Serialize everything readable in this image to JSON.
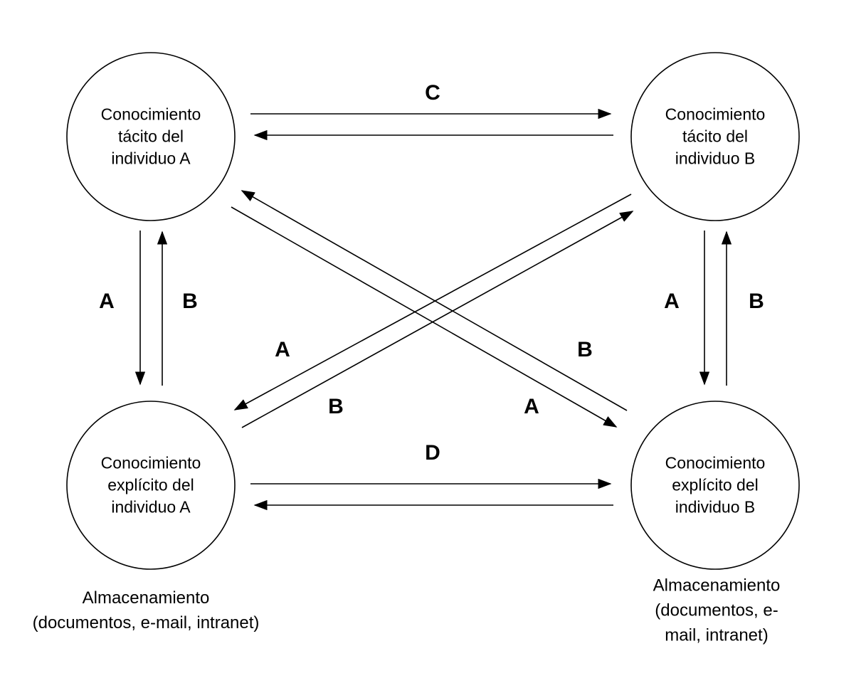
{
  "nodes": {
    "tacit_a": {
      "label": "Conocimiento\ntácito del\nindividuo A"
    },
    "tacit_b": {
      "label": "Conocimiento\ntácito del\nindividuo B"
    },
    "explicit_a": {
      "label": "Conocimiento\nexplícito del\nindividuo A"
    },
    "explicit_b": {
      "label": "Conocimiento\nexplícito del\nindividuo B"
    }
  },
  "captions": {
    "storage_a": "Almacenamiento\n(documentos, e-mail, intranet)",
    "storage_b": "Almacenamiento\n(documentos, e-mail, intranet)"
  },
  "edge_labels": {
    "top_pair": "C",
    "bottom_pair": "D",
    "left_down": "A",
    "left_up": "B",
    "right_down": "A",
    "right_up": "B",
    "diag_upper_left": "A",
    "diag_lower_left": "B",
    "diag_upper_right": "B",
    "diag_lower_right": "A"
  },
  "colors": {
    "stroke": "#000000",
    "background": "#ffffff"
  }
}
